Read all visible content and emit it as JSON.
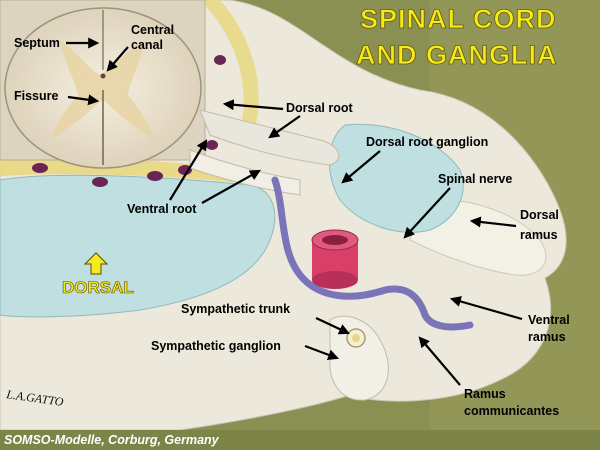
{
  "title": {
    "line1": "SPINAL  CORD",
    "line2": "AND  GANGLIA"
  },
  "orientation": {
    "label": "DORSAL",
    "icon": "up-arrow-icon"
  },
  "labels": {
    "septum": "Septum",
    "central_canal_1": "Central",
    "central_canal_2": "canal",
    "fissure": "Fissure",
    "dorsal_root": "Dorsal root",
    "dorsal_root_ganglion": "Dorsal root ganglion",
    "spinal_nerve": "Spinal nerve",
    "dorsal_ramus_1": "Dorsal",
    "dorsal_ramus_2": "ramus",
    "ventral_root": "Ventral root",
    "sympathetic_trunk": "Sympathetic trunk",
    "ventral_ramus_1": "Ventral",
    "ventral_ramus_2": "ramus",
    "sympathetic_ganglion": "Sympathetic ganglion",
    "ramus_comm_1": "Ramus",
    "ramus_comm_2": "communicantes"
  },
  "credit": "SOMSO-Modelle, Corburg, Germany",
  "signature": "L.A.GATTO",
  "colors": {
    "background": "#8a8f52",
    "title": "#f4ea1c",
    "model_body": "#ece8dc",
    "fluid_space": "#bfdfe0",
    "vessel_pink": "#d8406a",
    "nerve_purple": "#7b74b8"
  }
}
